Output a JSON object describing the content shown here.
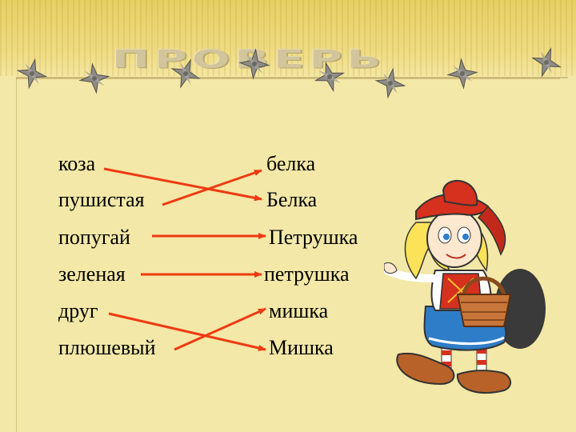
{
  "title": "ПРОВЕРЬ",
  "left_words": [
    "коза",
    "пушистая",
    "попугай",
    "зеленая",
    "друг",
    "плюшевый"
  ],
  "right_words": [
    "белка",
    "Белка",
    "Петрушка",
    "петрушка",
    "мишка",
    "Мишка"
  ],
  "connections": [
    {
      "from": "коза",
      "to": "Белка"
    },
    {
      "from": "пушистая",
      "to": "белка"
    },
    {
      "from": "попугай",
      "to": "Петрушка"
    },
    {
      "from": "зеленая",
      "to": "петрушка"
    },
    {
      "from": "друг",
      "to": "Мишка"
    },
    {
      "from": "плюшевый",
      "to": "мишка"
    }
  ],
  "colors": {
    "background": "#f3e8a7",
    "top_band": "#e6cf62",
    "arrow": "#ee3a12",
    "text": "#000000"
  },
  "illustration": "red-riding-hood-girl-with-basket"
}
